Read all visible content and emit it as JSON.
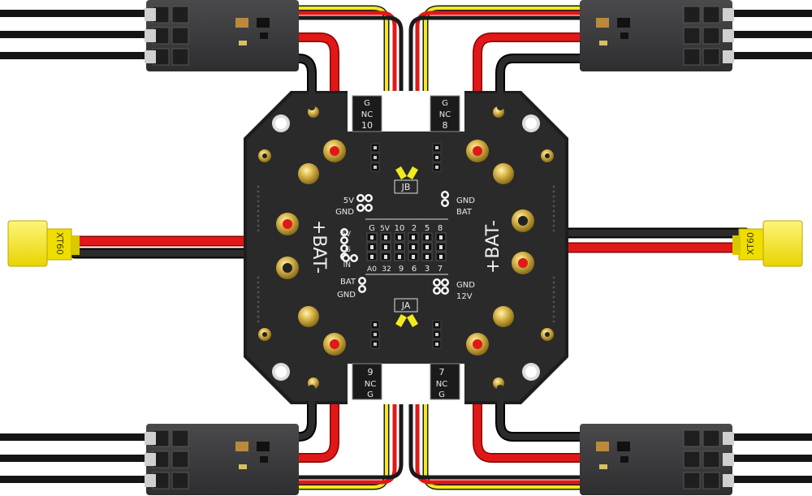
{
  "board": {
    "servo_ports": [
      {
        "signal": "10",
        "nc": "NC",
        "gnd": "G"
      },
      {
        "signal": "8",
        "nc": "NC",
        "gnd": "G"
      },
      {
        "signal": "9",
        "nc": "NC",
        "gnd": "G"
      },
      {
        "signal": "7",
        "nc": "NC",
        "gnd": "G"
      }
    ],
    "jumpers": {
      "top": "JB",
      "bottom": "JA"
    },
    "left_headers": {
      "v5": "5V",
      "gnd": "GND",
      "bat": "BAT",
      "gnd2": "GND",
      "mid_5v": "5V",
      "mid_g": "G",
      "mid_in": "IN"
    },
    "right_headers": {
      "gnd": "GND",
      "bat": "BAT",
      "gnd2": "GND",
      "v12": "12V"
    },
    "center_top_labels": [
      "G",
      "5V",
      "10",
      "2",
      "5",
      "8"
    ],
    "center_bottom_labels": [
      "A0",
      "32",
      "9",
      "6",
      "3",
      "7"
    ],
    "power_pads": {
      "left": "+BAT-",
      "right": "+BAT-"
    }
  },
  "connectors": {
    "left": "XT60",
    "right": "XT60"
  },
  "colors": {
    "board": "#2a2a2b",
    "gold": "#d4b23a",
    "red_wire": "#e01818",
    "black_wire": "#1a1a1a",
    "yellow_wire": "#f2ea1a",
    "xt60": "#f5e400",
    "esc": "#3a3a3c"
  }
}
